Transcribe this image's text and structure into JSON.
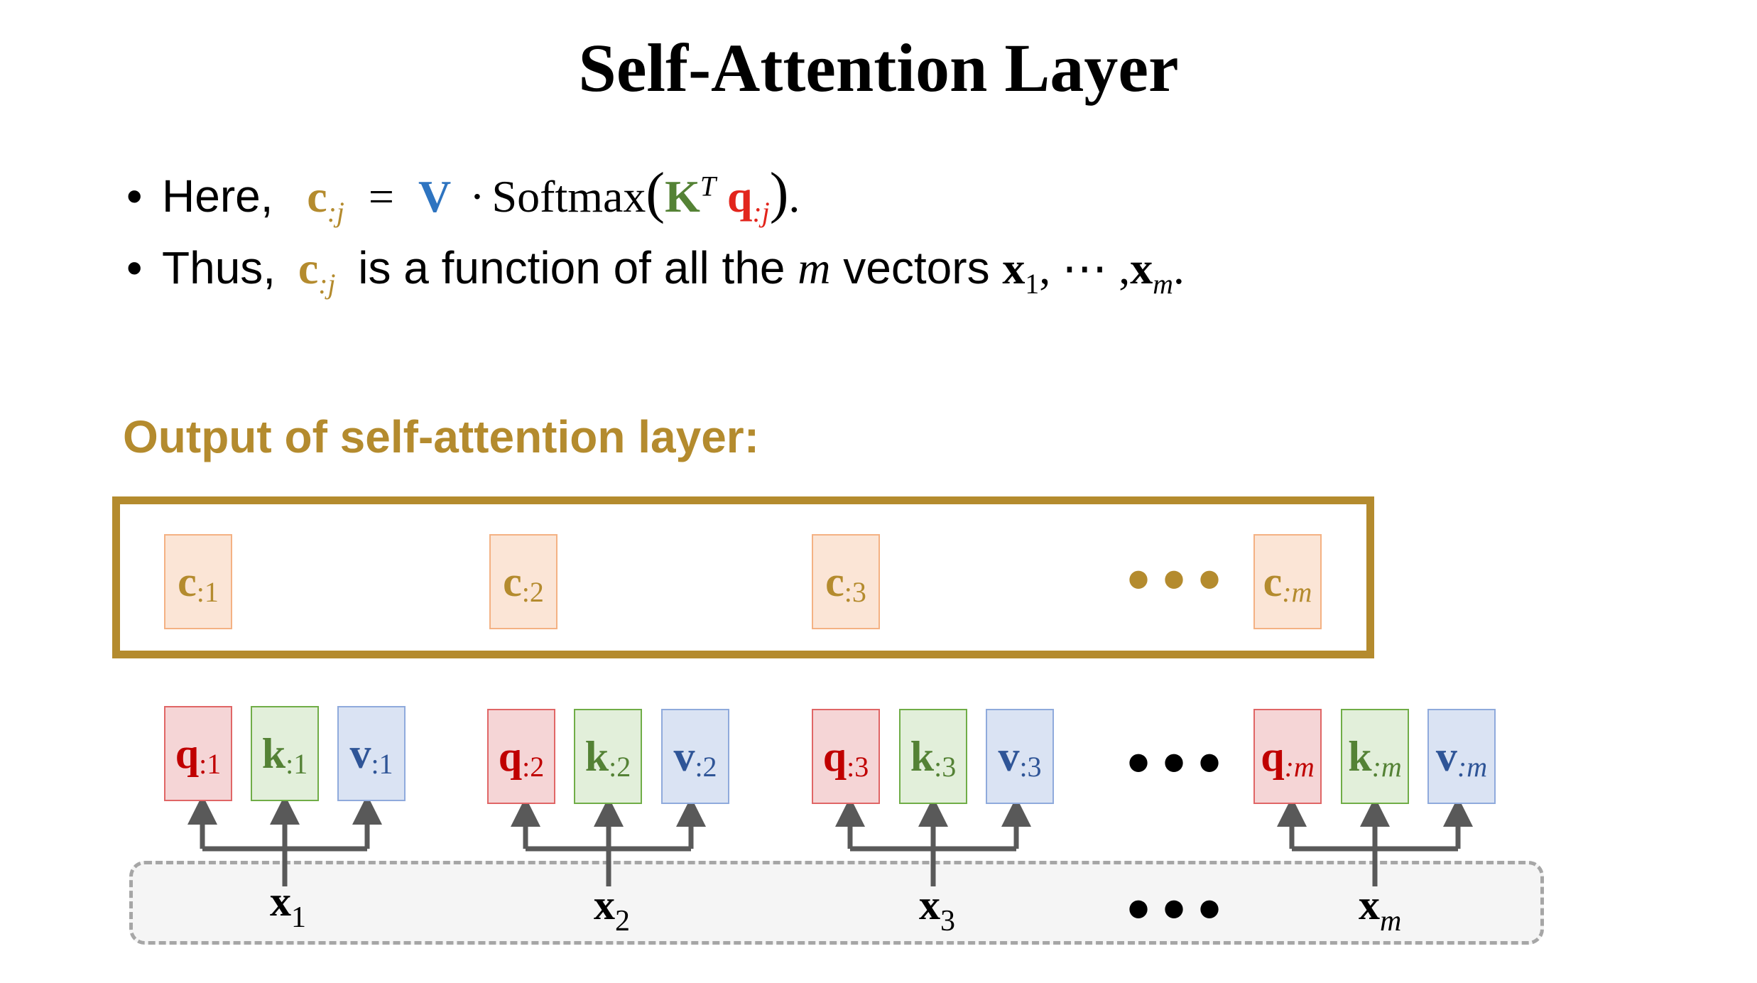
{
  "title": "Self-Attention Layer",
  "bullets": {
    "b1": {
      "prefix": "Here,",
      "c": "c",
      "c_sub": ":j",
      "equals": "=",
      "V": "V",
      "dot": "·",
      "softmax": "Softmax",
      "lparen": "(",
      "K": "K",
      "K_sup": "T",
      "q": "q",
      "q_sub": ":j",
      "rparen": ")",
      "end": "."
    },
    "b2": {
      "prefix": "Thus,",
      "c": "c",
      "c_sub": ":j",
      "middle": "is a function of all the",
      "m": "m",
      "vectors": "vectors",
      "x1": "x",
      "x1_sub": "1",
      "sep": ", ⋯ ,",
      "xm": "x",
      "xm_sub": "m",
      "end": "."
    }
  },
  "section_title": "Output of self-attention layer:",
  "outputs": [
    {
      "label": "c",
      "sub": ":1"
    },
    {
      "label": "c",
      "sub": ":2"
    },
    {
      "label": "c",
      "sub": ":3"
    },
    {
      "label": "c",
      "sub": ":m"
    }
  ],
  "groups": [
    {
      "q": "q",
      "k": "k",
      "v": "v",
      "sub": ":1",
      "x": "x",
      "x_sub": "1"
    },
    {
      "q": "q",
      "k": "k",
      "v": "v",
      "sub": ":2",
      "x": "x",
      "x_sub": "2"
    },
    {
      "q": "q",
      "k": "k",
      "v": "v",
      "sub": ":3",
      "x": "x",
      "x_sub": "3"
    },
    {
      "q": "q",
      "k": "k",
      "v": "v",
      "sub": ":m",
      "x": "x",
      "x_sub": "m"
    }
  ],
  "ellipsis": "•••",
  "colors": {
    "gold": "#b48b2e",
    "blue": "#2e74c0",
    "green": "#548235",
    "red": "#e2251c",
    "arrow": "#595959"
  }
}
